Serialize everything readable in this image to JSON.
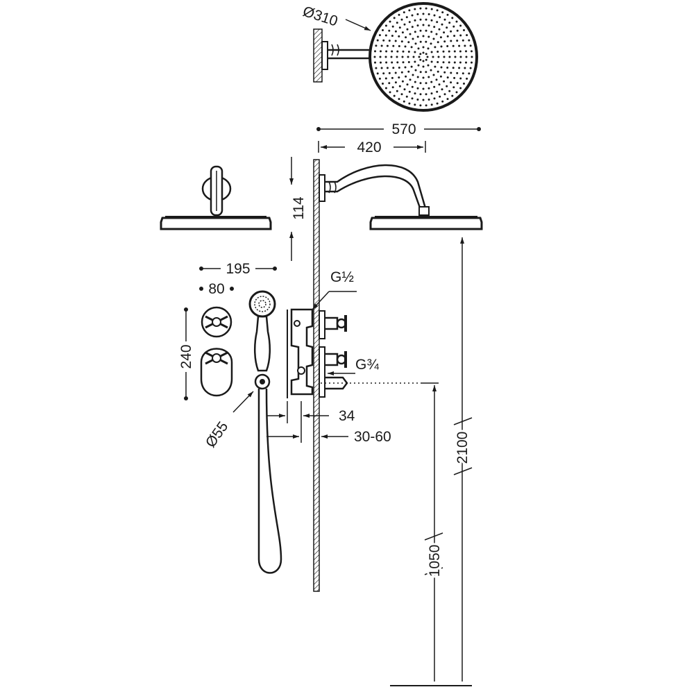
{
  "colors": {
    "ink": "#1a1a1a",
    "background": "#ffffff"
  },
  "dimensions": {
    "head_diameter": "Ø310",
    "total_arm_reach": "570",
    "arm_projection": "420",
    "head_height": "114",
    "spout_spacing_width": "195",
    "handle_plate_width": "80",
    "handle_spacing_height": "240",
    "hand_shower_diameter": "Ø55",
    "box_depth": "34",
    "wall_depth": "30-60",
    "outlet_thread": "G½",
    "inlet_thread": "G¾",
    "overall_height": "2100",
    "mixer_height": "1050"
  }
}
